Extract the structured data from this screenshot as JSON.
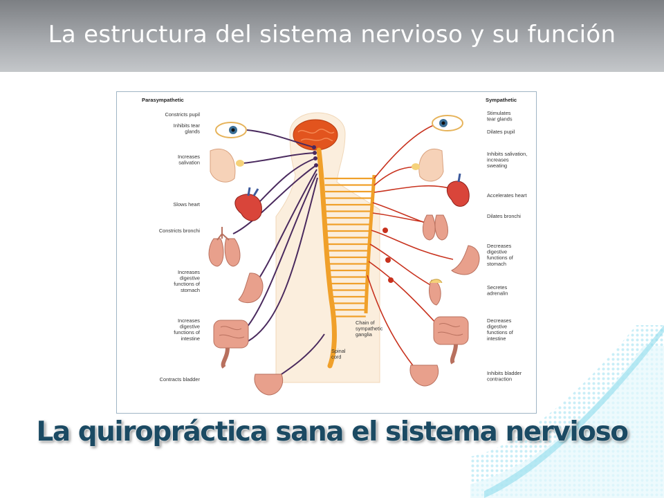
{
  "header": {
    "title": "La estructura del sistema nervioso y su función"
  },
  "subtitle": "La quiropráctica sana el sistema nervioso",
  "diagram": {
    "parasympathetic": {
      "heading": "Parasympathetic",
      "labels": [
        [
          "Constricts pupil"
        ],
        [
          "Inhibits tear",
          "glands"
        ],
        [
          "Increases",
          "salivation"
        ],
        [
          "Slows heart"
        ],
        [
          "Constricts bronchi"
        ],
        [
          "Increases",
          "digestive",
          "functions of",
          "stomach"
        ],
        [
          "Increases",
          "digestive",
          "functions of",
          "intestine"
        ],
        [
          "Contracts bladder"
        ]
      ]
    },
    "sympathetic": {
      "heading": "Sympathetic",
      "labels": [
        [
          "Stimulates",
          "tear glands"
        ],
        [
          "Dilates pupil"
        ],
        [
          "Inhibits salivation,",
          "increases",
          "sweating"
        ],
        [
          "Accelerates heart"
        ],
        [
          "Dilates bronchi"
        ],
        [
          "Decreases",
          "digestive",
          "functions of",
          "stomach"
        ],
        [
          "Secretes",
          "adrenalin"
        ],
        [
          "Decreases",
          "digestive",
          "functions of",
          "intestine"
        ],
        [
          "Inhibits bladder",
          "contraction"
        ]
      ]
    },
    "center": {
      "chain_label": [
        "Chain of",
        "sympathetic",
        "ganglia"
      ],
      "cord_label": [
        "Spinal",
        "cord"
      ]
    },
    "colors": {
      "parasympathetic_nerve": "#4a2a5e",
      "sympathetic_nerve": "#c8321e",
      "spinal_cord": "#f0a02a",
      "brain": "#e2541e",
      "organ": "#e8a08c"
    }
  }
}
